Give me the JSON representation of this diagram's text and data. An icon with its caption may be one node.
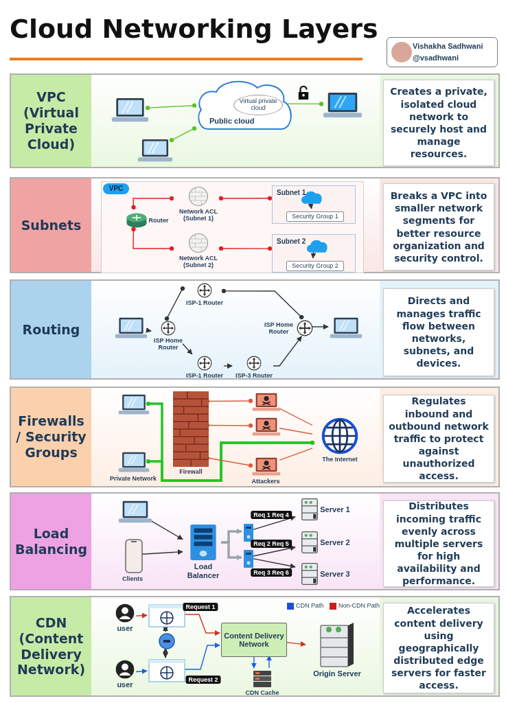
{
  "diagram": {
    "title": "Cloud Networking Layers",
    "nodes": [
      {
        "text": [
          "VPC (Virtual Private Cloud)"
        ]
      },
      {
        "text": [],
        "shape": "picture",
        "in": 0
      },
      {
        "text": [],
        "shape": "picture",
        "in": 0
      },
      {
        "text": [
          "Public cloud"
        ],
        "in": 0
      },
      {
        "text": [
          "Virtual private cloud"
        ],
        "in": 3
      },
      {
        "text": [],
        "shape": "picture",
        "in": 0
      },
      {
        "text": [
          "Creates a private, isolated cloud network to securely host and manage resources."
        ],
        "in": 0
      },
      {
        "text": [
          "Subnets"
        ]
      },
      {
        "text": [
          "VPC"
        ],
        "in": 7
      },
      {
        "text": [
          "Router"
        ],
        "in": 8
      },
      {
        "text": [
          "Network ACL (Subnet 1)"
        ],
        "in": 8
      },
      {
        "text": [
          "Network ACL (Subnet 2)"
        ],
        "in": 8
      },
      {
        "text": [
          "Subnet 1"
        ],
        "in": 8
      },
      {
        "text": [],
        "shape": "cloud",
        "in": 12
      },
      {
        "text": [
          "Security Group 1"
        ],
        "in": 12
      },
      {
        "text": [
          "Subnet 2"
        ],
        "in": 8
      },
      {
        "text": [],
        "shape": "cloud",
        "in": 15
      },
      {
        "text": [
          "Security Group 2"
        ],
        "in": 15
      },
      {
        "text": [
          "Breaks a VPC into smaller network segments for better resource organization and security control."
        ],
        "in": 7
      },
      {
        "text": [
          "Routing"
        ]
      },
      {
        "text": [],
        "shape": "picture",
        "in": 19
      },
      {
        "text": [
          "ISP Home Router"
        ],
        "in": 19
      },
      {
        "text": [
          "ISP-1 Router"
        ],
        "in": 19
      },
      {
        "text": [
          "ISP-1 Router"
        ],
        "in": 19
      },
      {
        "text": [
          "ISP-3 Router"
        ],
        "in": 19
      },
      {
        "text": [
          "ISP Home Router"
        ],
        "in": 19
      },
      {
        "text": [],
        "shape": "picture",
        "in": 19
      },
      {
        "text": [
          "Directs and manages traffic flow between networks, subnets, and devices."
        ],
        "in": 19
      },
      {
        "text": [
          "Firewalls / Security Groups"
        ]
      },
      {
        "text": [],
        "shape": "picture",
        "in": 28
      },
      {
        "text": [],
        "shape": "picture",
        "in": 28
      },
      {
        "text": [
          "Firewall"
        ],
        "in": 28
      },
      {
        "text": [],
        "shape": "picture",
        "in": 28
      },
      {
        "text": [],
        "shape": "picture",
        "in": 28
      },
      {
        "text": [],
        "shape": "picture",
        "in": 28
      },
      {
        "text": [
          "The Internet"
        ],
        "in": 28
      },
      {
        "text": [
          "Regulates inbound and outbound network traffic to protect against unauthorized access."
        ],
        "in": 28
      },
      {
        "text": [
          "Load Balancing"
        ]
      },
      {
        "text": [],
        "shape": "picture",
        "in": 37
      },
      {
        "text": [],
        "shape": "picture",
        "in": 37
      },
      {
        "text": [
          "Load Balancer"
        ],
        "in": 37
      },
      {
        "text": [],
        "shape": "picture",
        "in": 37
      },
      {
        "text": [],
        "shape": "picture",
        "in": 37
      },
      {
        "text": [
          "Server 1"
        ],
        "in": 37
      },
      {
        "text": [
          "Server 2"
        ],
        "in": 37
      },
      {
        "text": [
          "Server 3"
        ],
        "in": 37
      },
      {
        "text": [
          "Distributes incoming traffic evenly across multiple servers for high availability and performance."
        ],
        "in": 37
      },
      {
        "text": [
          "CDN (Content Delivery Network)"
        ]
      },
      {
        "text": [
          "user"
        ],
        "in": 47
      },
      {
        "text": [],
        "shape": "picture",
        "in": 47
      },
      {
        "text": [],
        "shape": "circle",
        "in": 47
      },
      {
        "text": [
          "user"
        ],
        "in": 47
      },
      {
        "text": [],
        "shape": "picture",
        "in": 47
      },
      {
        "text": [
          "Content Delivery Network"
        ],
        "in": 47
      },
      {
        "text": [
          "CDN Cache"
        ],
        "in": 47
      },
      {
        "text": [
          "Origin Server"
        ],
        "in": 47
      },
      {
        "text": [
          "Accelerates content delivery using geographically distributed edge servers for faster access."
        ],
        "in": 47
      }
    ],
    "edges": [
      {
        "from": 1,
        "to": 3,
        "arrow": "other",
        "color": "#5cc02a"
      },
      {
        "from": 2,
        "to": 3,
        "arrow": "other",
        "color": "#5cc02a"
      },
      {
        "from": 4,
        "to": 5,
        "arrow": "other",
        "color": "#5cc02a"
      },
      {
        "from": 9,
        "to": 10,
        "arrow": "other",
        "color": "#e02020"
      },
      {
        "from": 10,
        "to": 12,
        "arrow": "other",
        "color": "#e02020"
      },
      {
        "from": 9,
        "to": 11,
        "arrow": "other",
        "color": "#e02020"
      },
      {
        "from": 11,
        "to": 15,
        "arrow": "other",
        "color": "#e02020"
      },
      {
        "from": 13,
        "to": 14,
        "arrow": "to"
      },
      {
        "from": 16,
        "to": 17,
        "arrow": "to"
      },
      {
        "from": 20,
        "to": 21,
        "arrow": "to"
      },
      {
        "from": 21,
        "to": 22,
        "arrow": "other"
      },
      {
        "from": 22,
        "to": 25,
        "arrow": "other"
      },
      {
        "from": 21,
        "to": 23,
        "arrow": "to"
      },
      {
        "from": 23,
        "to": 24,
        "arrow": "to"
      },
      {
        "from": 24,
        "to": 25,
        "arrow": "to"
      },
      {
        "from": 25,
        "to": 26,
        "arrow": "to"
      },
      {
        "from": 29,
        "to": 35,
        "arrow": "other",
        "style": "thick",
        "color": "#22c422"
      },
      {
        "from": 30,
        "to": 35,
        "arrow": "other",
        "style": "thick",
        "color": "#22c422"
      },
      {
        "from": 32,
        "to": 31,
        "arrow": "other",
        "color": "#e05a40"
      },
      {
        "from": 33,
        "to": 31,
        "arrow": "other",
        "color": "#e05a40"
      },
      {
        "from": 34,
        "to": 31,
        "arrow": "other",
        "color": "#e05a40"
      },
      {
        "from": 32,
        "to": 35,
        "arrow": "none",
        "color": "#e05a40"
      },
      {
        "from": 33,
        "to": 35,
        "arrow": "none",
        "color": "#e05a40"
      },
      {
        "from": 34,
        "to": 35,
        "arrow": "none",
        "color": "#e05a40"
      },
      {
        "from": 38,
        "to": 40,
        "arrow": "to"
      },
      {
        "from": 39,
        "to": 40,
        "arrow": "to"
      },
      {
        "from": 40,
        "to": 41,
        "arrow": "to",
        "style": "thick",
        "color": "#9aa5ad"
      },
      {
        "from": 40,
        "to": 42,
        "arrow": "to",
        "style": "thick",
        "color": "#9aa5ad"
      },
      {
        "from": 41,
        "to": 43,
        "arrow": "to",
        "label": "Req 1 Req 4"
      },
      {
        "from": 42,
        "to": 44,
        "arrow": "to",
        "label": "Req 2 Req 5"
      },
      {
        "from": 42,
        "to": 45,
        "arrow": "to",
        "label": "Req 3 Req 6"
      },
      {
        "from": 48,
        "to": 49,
        "arrow": "to",
        "color": "#d0301e"
      },
      {
        "from": 49,
        "to": 50,
        "arrow": "both"
      },
      {
        "from": 50,
        "to": 52,
        "arrow": "both"
      },
      {
        "from": 51,
        "to": 52,
        "arrow": "to",
        "color": "#1a5fe0"
      },
      {
        "from": 49,
        "to": 53,
        "arrow": "to",
        "label": "Request 1",
        "color": "#d0301e"
      },
      {
        "from": 52,
        "to": 53,
        "arrow": "to",
        "label": "Request 2",
        "color": "#1a5fe0"
      },
      {
        "from": 53,
        "to": 55,
        "arrow": "to",
        "color": "#d0301e"
      },
      {
        "from": 53,
        "to": 54,
        "arrow": "to",
        "color": "#1a5fe0"
      },
      {
        "from": 54,
        "to": 53,
        "arrow": "to",
        "color": "#1a5fe0"
      }
    ],
    "labels": [
      "Vishakha Sadhwani",
      "@vsadhwani",
      "Private Network",
      "Attackers",
      "Clients"
    ],
    "legend": [
      {
        "text": "CDN Path",
        "color": "#1a4fd6"
      },
      {
        "text": "Non-CDN Path",
        "color": "#c8201e"
      }
    ]
  }
}
